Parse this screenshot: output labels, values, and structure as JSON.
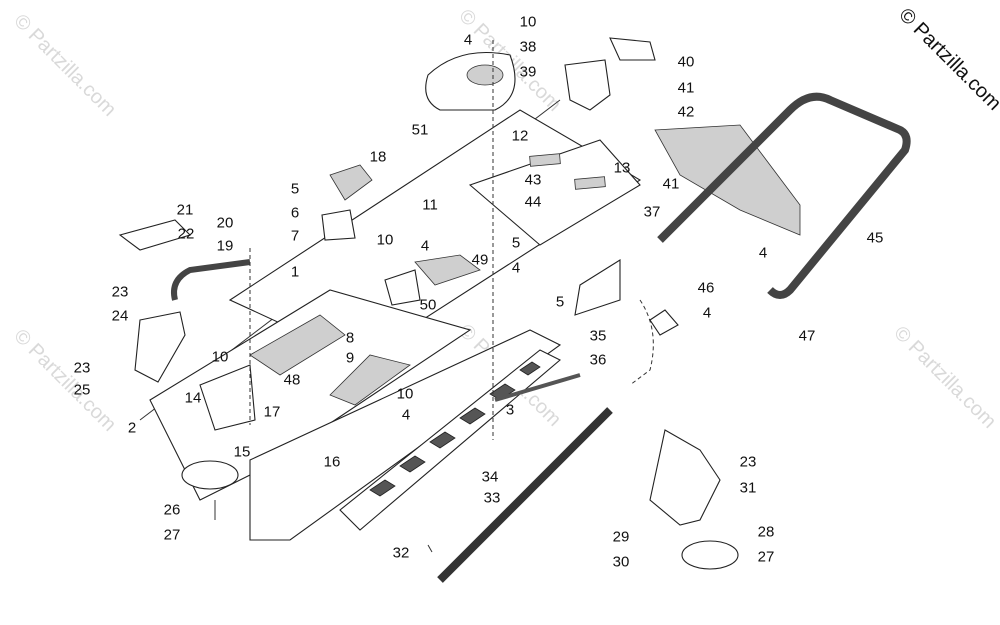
{
  "copyright": "© Partzilla.com",
  "watermark_text": "© Partzilla.com",
  "callouts": [
    "10",
    "4",
    "38",
    "40",
    "39",
    "41",
    "42",
    "51",
    "12",
    "13",
    "18",
    "43",
    "44",
    "41",
    "37",
    "5",
    "6",
    "7",
    "11",
    "21",
    "20",
    "22",
    "19",
    "10",
    "4",
    "49",
    "5",
    "4",
    "45",
    "1",
    "4",
    "46",
    "23",
    "50",
    "5",
    "4",
    "24",
    "8",
    "35",
    "47",
    "10",
    "36",
    "9",
    "23",
    "25",
    "14",
    "48",
    "10",
    "3",
    "17",
    "2",
    "4",
    "15",
    "16",
    "23",
    "34",
    "31",
    "26",
    "33",
    "27",
    "28",
    "29",
    "30",
    "27",
    "32"
  ],
  "colors": {
    "line": "#222222",
    "shade": "#cfcfcf",
    "watermark": "#d9d9d9"
  }
}
